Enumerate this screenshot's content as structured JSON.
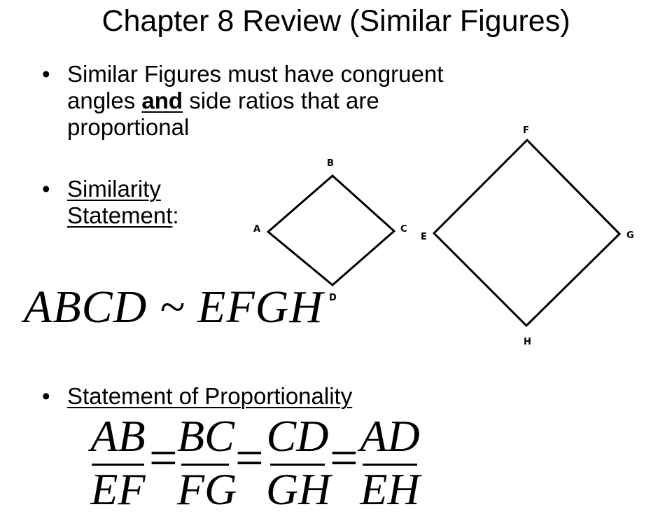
{
  "title": "Chapter 8 Review (Similar Figures)",
  "bullet1": {
    "dot": "•",
    "line1": "Similar Figures must have congruent",
    "line2_pre": "angles ",
    "line2_bold": "and",
    "line2_post": " side ratios that are",
    "line3": "proportional"
  },
  "bullet2": {
    "dot": "•",
    "line1": "Similarity",
    "line2_u": "Statement",
    "line2_post": ":"
  },
  "similarity_statement": "ABCD ~ EFGH",
  "bullet3": {
    "dot": "•",
    "text": "Statement of Proportionality"
  },
  "proportions": [
    {
      "num": "AB",
      "den": "EF"
    },
    {
      "num": "BC",
      "den": "FG"
    },
    {
      "num": "CD",
      "den": "GH"
    },
    {
      "num": "AD",
      "den": "EH"
    }
  ],
  "equals_sign": "=",
  "figure_small": {
    "labels": {
      "a": "A",
      "b": "B",
      "c": "C",
      "d": "D"
    }
  },
  "figure_large": {
    "labels": {
      "e": "E",
      "f": "F",
      "g": "G",
      "h": "H"
    }
  }
}
